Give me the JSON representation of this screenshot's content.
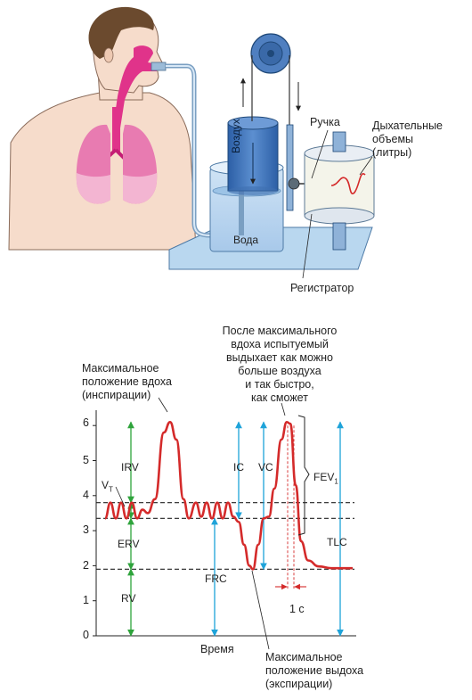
{
  "apparatus": {
    "air_label": "Воздух",
    "water_label": "Вода",
    "handle_label": "Ручка",
    "recorder_label": "Регистратор",
    "volumes_label": "Дыхательные\nобъемы\n(литры)"
  },
  "chart": {
    "y_ticks": [
      "0",
      "1",
      "2",
      "3",
      "4",
      "5",
      "6"
    ],
    "x_axis_label": "Время",
    "max_inspiration_label": "Максимальное\nположение вдоха\n(инспирации)",
    "max_expiration_label": "Максимальное\nположение выдоха\n(экспирации)",
    "forced_note": "После максимального\nвдоха испытуемый\nвыдыхает как можно\nбольше воздуха\nи так быстро,\nкак сможет",
    "time_marker": "1 с",
    "volumes": {
      "irv": "IRV",
      "vt": "V",
      "vt_sub": "T",
      "erv": "ERV",
      "rv": "RV",
      "frc": "FRC",
      "ic": "IC",
      "vc": "VC",
      "tlc": "TLC",
      "fev": "FEV",
      "fev_sub": "1"
    }
  },
  "chart_data": {
    "type": "line",
    "y_range": [
      0,
      6.5
    ],
    "levels": {
      "max_inspiration": 6.1,
      "end_inspiration": 3.8,
      "end_expiration": 3.35,
      "max_expiration": 1.9,
      "residual": 1.9
    },
    "colors": {
      "trace": "#d42a2a",
      "green": "#2ea33b",
      "blue": "#1ea3d9",
      "dashed": "#222222"
    }
  }
}
